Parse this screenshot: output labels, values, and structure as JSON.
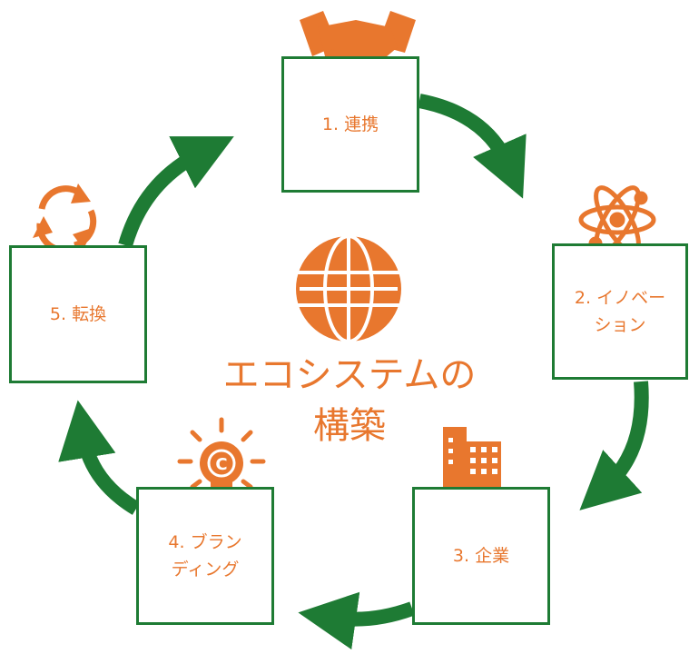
{
  "colors": {
    "accent": "#e8772e",
    "frame": "#1e7b34",
    "arrow": "#1e7b34"
  },
  "center": {
    "title": "エコシステムの\n構築",
    "icon": "globe-icon"
  },
  "steps": [
    {
      "label": "1. 連携",
      "icon": "handshake-icon"
    },
    {
      "label": "2. イノベー\nション",
      "icon": "atom-icon"
    },
    {
      "label": "3. 企業",
      "icon": "building-icon"
    },
    {
      "label": "4. ブラン\nディング",
      "icon": "lightbulb-copyright-icon"
    },
    {
      "label": "5. 転換",
      "icon": "recycle-arrows-icon"
    }
  ]
}
